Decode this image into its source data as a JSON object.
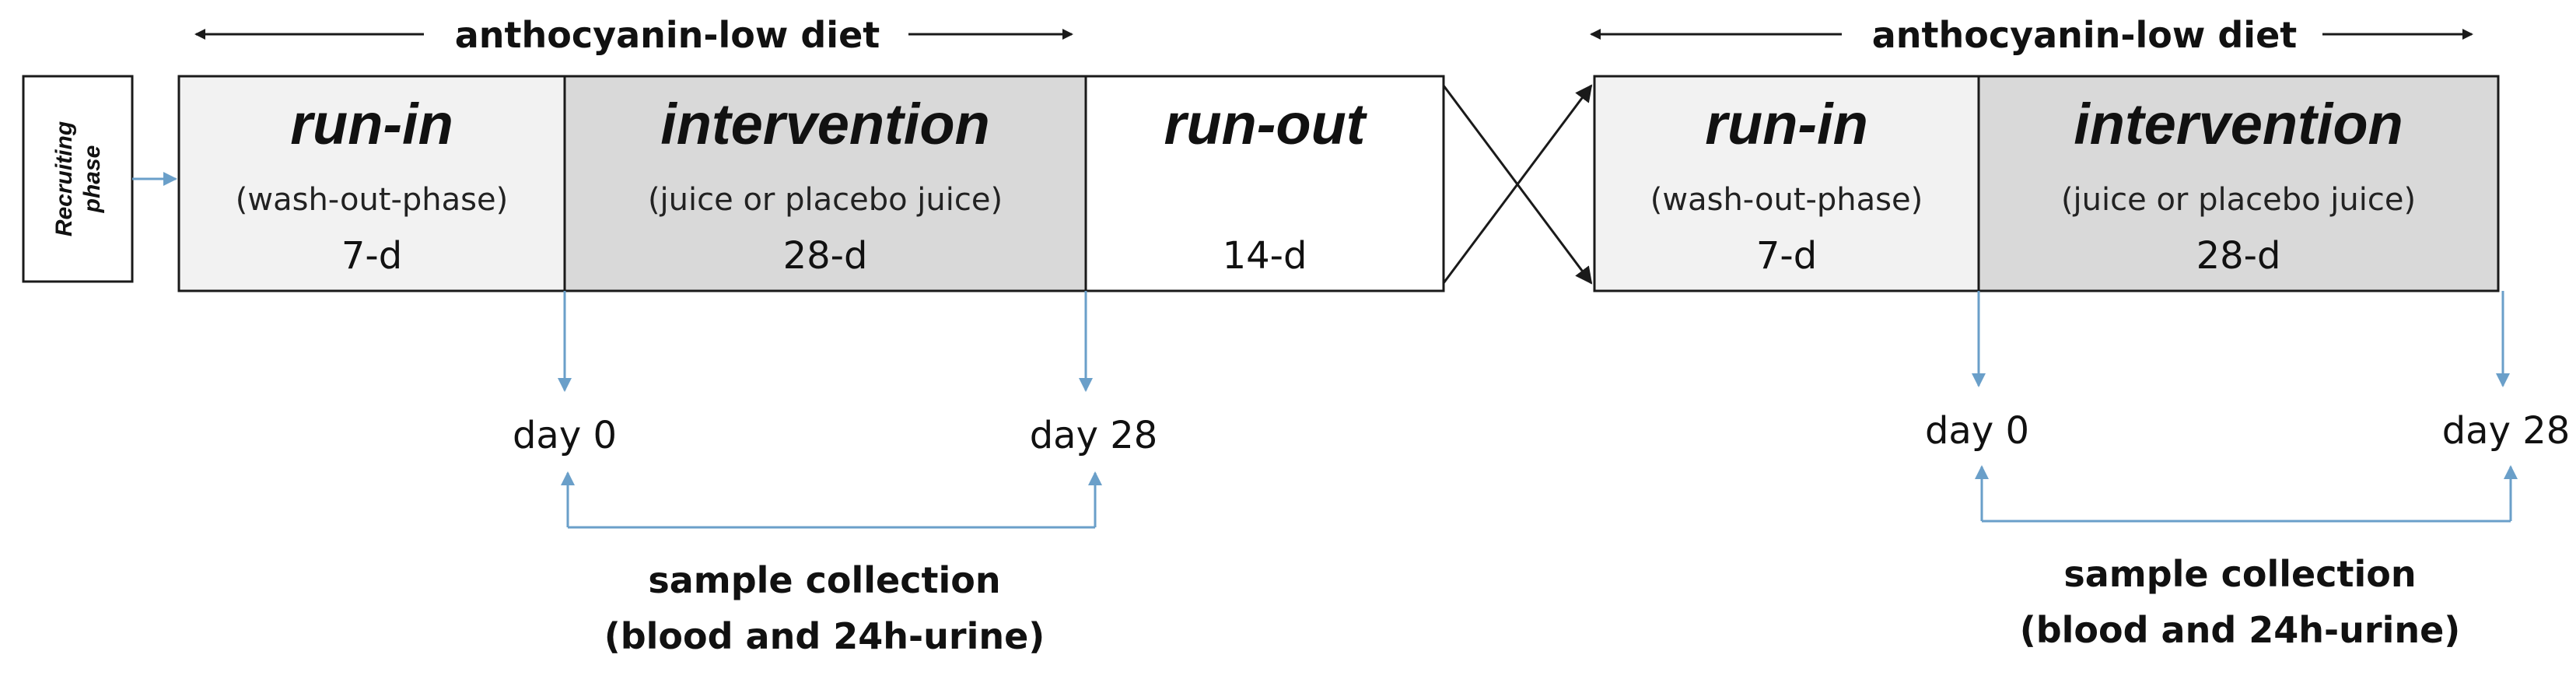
{
  "recruiting": {
    "line1": "Recruiting",
    "line2": "phase"
  },
  "diet": {
    "left": "anthocyanin-low diet",
    "right": "anthocyanin-low diet"
  },
  "period1": {
    "runin": {
      "title": "run-in",
      "subtitle": "(wash-out-phase)",
      "duration": "7-d"
    },
    "intervention": {
      "title": "intervention",
      "subtitle": "(juice or placebo juice)",
      "duration": "28-d"
    },
    "runout": {
      "title": "run-out",
      "duration": "14-d"
    }
  },
  "period2": {
    "runin": {
      "title": "run-in",
      "subtitle": "(wash-out-phase)",
      "duration": "7-d"
    },
    "intervention": {
      "title": "intervention",
      "subtitle": "(juice or placebo juice)",
      "duration": "28-d"
    }
  },
  "sampling": {
    "left": {
      "day_start": "day 0",
      "day_end": "day 28",
      "line1": "sample collection",
      "line2": "(blood and 24h-urine)"
    },
    "right": {
      "day_start": "day 0",
      "day_end": "day 28",
      "line1": "sample collection",
      "line2": "(blood and 24h-urine)"
    }
  },
  "colors": {
    "runin_fill": "#f2f2f2",
    "intervention_fill": "#d9d9d9",
    "runout_fill": "#ffffff",
    "outline": "#1a1a1a",
    "sampling_arrow": "#6a9fc9"
  }
}
